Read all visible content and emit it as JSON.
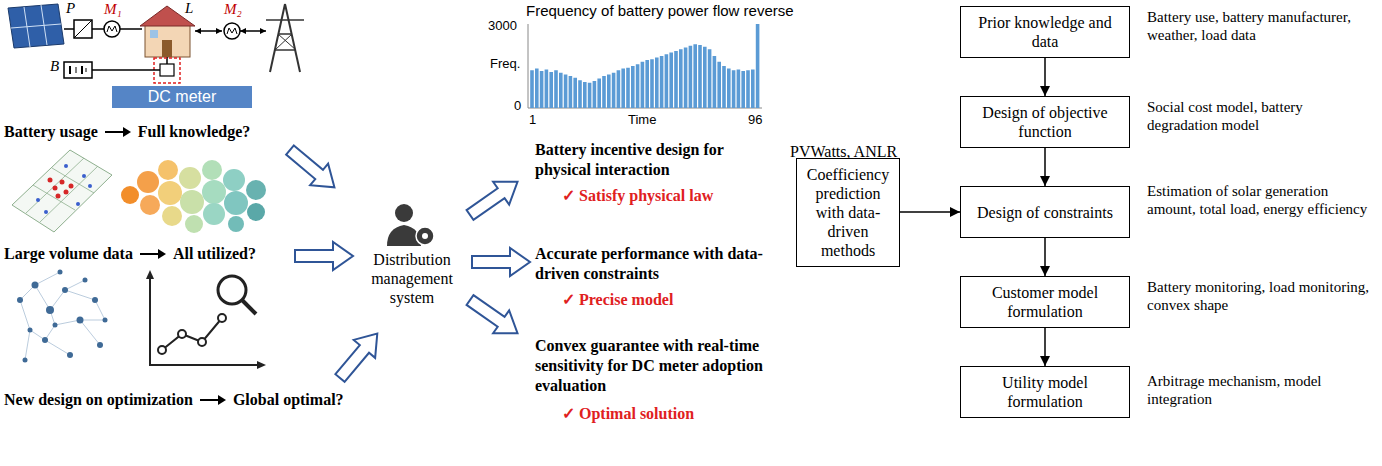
{
  "diagram": {
    "nodes": [
      {
        "text": [
          "DC meter"
        ]
      },
      {
        "text": [
          "Prior knowledge and data"
        ]
      },
      {
        "text": [
          "Design of objective function"
        ]
      },
      {
        "text": [
          "Coefficiency prediction with data-driven methods"
        ]
      },
      {
        "text": [
          "Design of constraints"
        ]
      },
      {
        "text": [
          "Customer model formulation"
        ]
      },
      {
        "text": [
          "Utility model formulation"
        ]
      }
    ],
    "edges": [
      {
        "from": 1,
        "to": 2,
        "arrow": "to"
      },
      {
        "from": 2,
        "to": 4,
        "arrow": "to"
      },
      {
        "from": 3,
        "to": 4,
        "arrow": "to"
      },
      {
        "from": 4,
        "to": 5,
        "arrow": "to"
      },
      {
        "from": 5,
        "to": 6,
        "arrow": "to"
      }
    ],
    "labels": [
      "P",
      "M₁",
      "L",
      "M₂",
      "B",
      "Battery usage",
      "Full knowledge?",
      "Large volume data",
      "All utilized?",
      "New design on optimization",
      "Global optimal?",
      "Frequency of battery power flow reverse",
      "3000",
      "Freq.",
      "0",
      "1",
      "Time",
      "96",
      "Distribution management system",
      "Battery incentive design for physical interaction",
      "✓ Satisfy physical law",
      "Accurate performance with data-driven constraints",
      "✓ Precise model",
      "Convex guarantee with real-time sensitivity for DC meter adoption evaluation",
      "✓ Optimal solution",
      "PVWatts, ANLR",
      "Battery use, battery manufacturer, weather, load data",
      "Social cost model, battery degradation model",
      "Estimation of solar generation amount, total load, energy efficiency",
      "Battery monitoring, load monitoring, convex shape",
      "Arbitrage mechanism, model integration"
    ]
  }
}
